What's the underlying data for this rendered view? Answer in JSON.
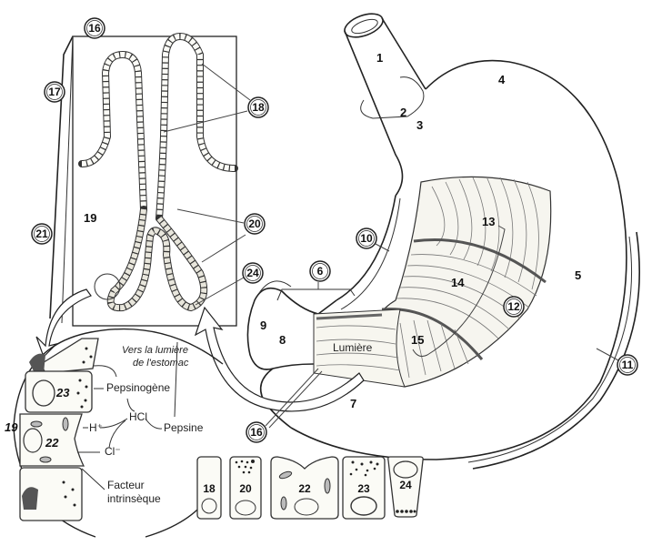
{
  "diagram": {
    "title": "Estomac — anatomie et histologie de la muqueuse gastrique",
    "stomach_labels": [
      "1",
      "2",
      "3",
      "4",
      "5",
      "7",
      "8",
      "9",
      "13",
      "14",
      "15"
    ],
    "circled_labels": {
      "c6": "6",
      "c10": "10",
      "c11": "11",
      "c12": "12",
      "c16_top": "16",
      "c16_bottom": "16",
      "c17": "17",
      "c18": "18",
      "c20": "20",
      "c21": "21",
      "c24": "24"
    },
    "gland_panel": {
      "region_label": "19"
    },
    "lumen_label": "Lumière",
    "zoom_circle": {
      "label_19": "19",
      "cell_23": "23",
      "cell_22": "22",
      "toward_lumen": [
        "Vers la lumière",
        "de l'estomac"
      ],
      "pepsinogen": "Pepsinogène",
      "hcl": "HCl",
      "pepsin": "Pepsine",
      "h_ion": "H⁺",
      "cl_ion": "Cl⁻",
      "intrinsic_factor": [
        "Facteur",
        "intrinsèque"
      ]
    },
    "cell_types": [
      {
        "label": "18",
        "type": "mucous"
      },
      {
        "label": "20",
        "type": "mucous-neck"
      },
      {
        "label": "22",
        "type": "parietal"
      },
      {
        "label": "23",
        "type": "chief"
      },
      {
        "label": "24",
        "type": "enteroendocrine"
      }
    ]
  }
}
